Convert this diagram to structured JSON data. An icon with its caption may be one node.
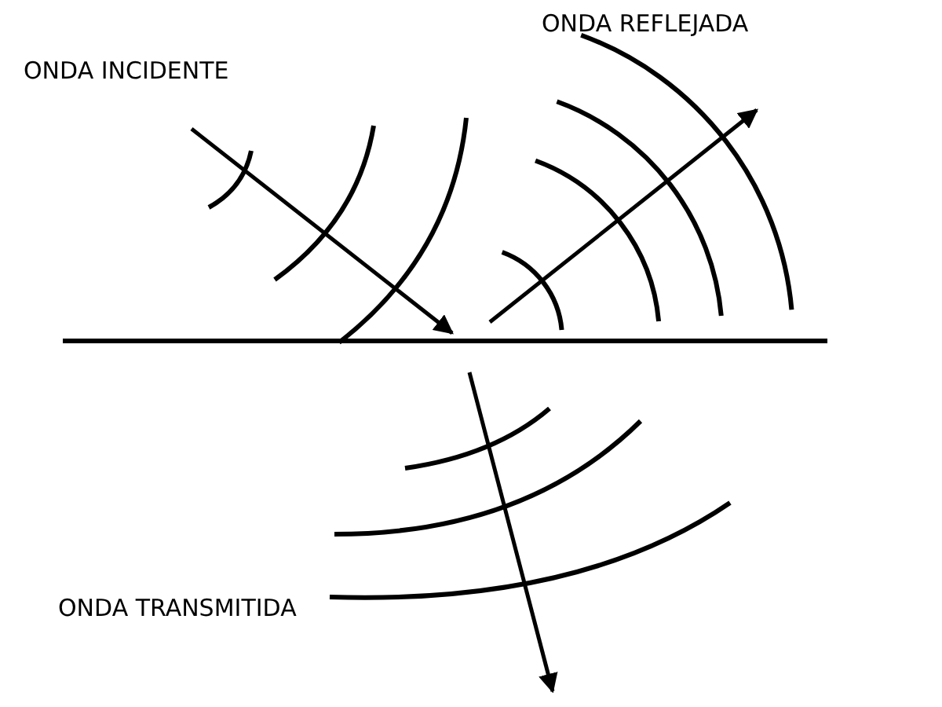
{
  "diagram": {
    "labels": [
      "ONDA INCIDENTE",
      "ONDA REFLEJADA",
      "ONDA TRANSMITIDA"
    ]
  }
}
